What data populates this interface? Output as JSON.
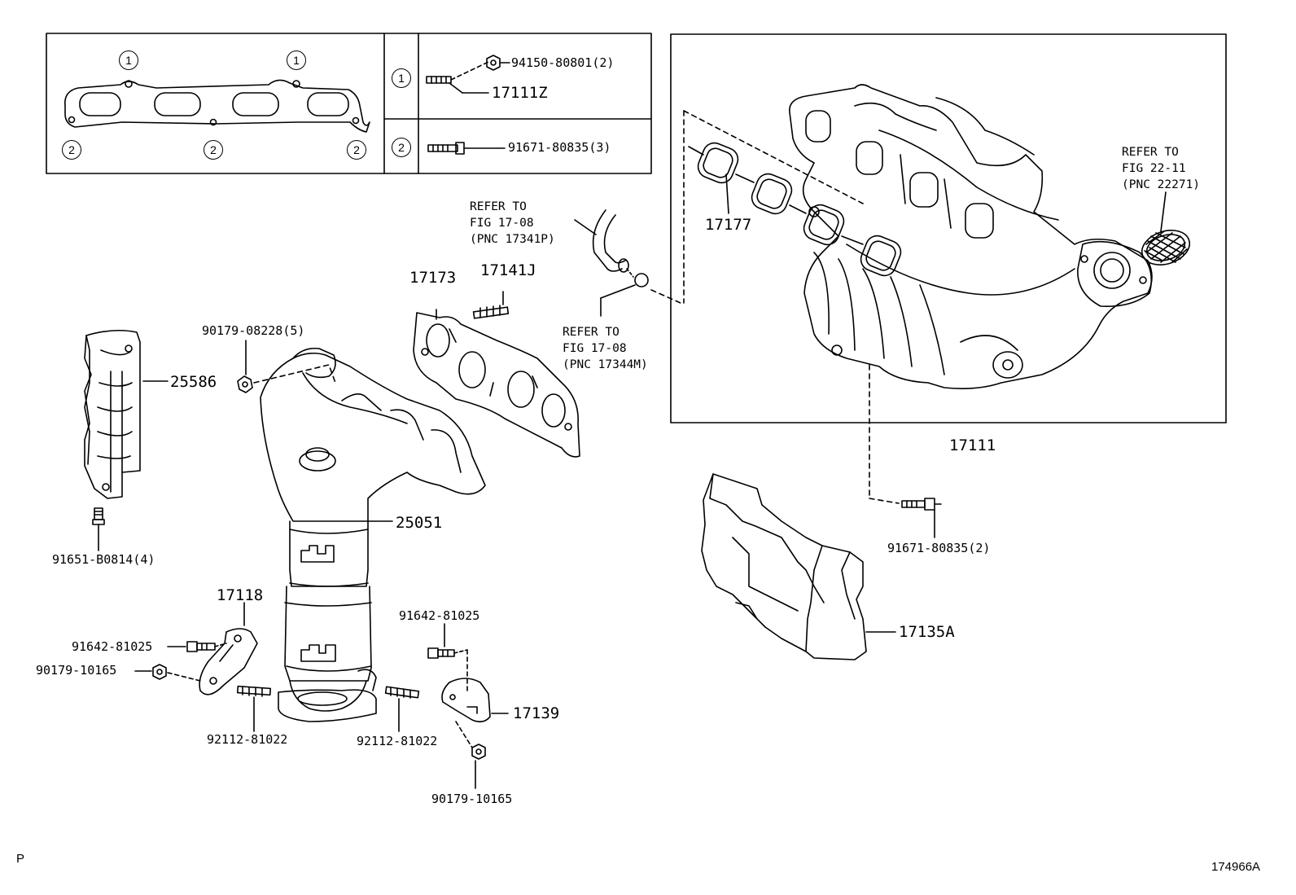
{
  "inset": {
    "gasket_marks": [
      "1",
      "1",
      "2",
      "2",
      "2"
    ],
    "rows": [
      {
        "key": "1",
        "nut": "94150-80801(2)",
        "stud": "17111Z"
      },
      {
        "key": "2",
        "bolt": "91671-80835(3)"
      }
    ]
  },
  "parts": {
    "p17177": "17177",
    "p17173": "17173",
    "p17141J": "17141J",
    "p90179_08228": "90179-08228(5)",
    "p25586": "25586",
    "p25051": "25051",
    "p91651": "91651-B0814(4)",
    "p17118": "17118",
    "p91642_a": "91642-81025",
    "p90179_10165_a": "90179-10165",
    "p92112_a": "92112-81022",
    "p92112_b": "92112-81022",
    "p91642_b": "91642-81025",
    "p17139": "17139",
    "p90179_10165_b": "90179-10165",
    "p17111": "17111",
    "p91671_2": "91671-80835(2)",
    "p17135A": "17135A"
  },
  "refs": {
    "ref1": "REFER TO\nFIG 17-08\n(PNC 17341P)",
    "ref2": "REFER TO\nFIG 17-08\n(PNC 17344M)",
    "ref3": "REFER TO\nFIG 22-11\n(PNC 22271)"
  },
  "corner": {
    "left": "P",
    "right": "174966A"
  }
}
